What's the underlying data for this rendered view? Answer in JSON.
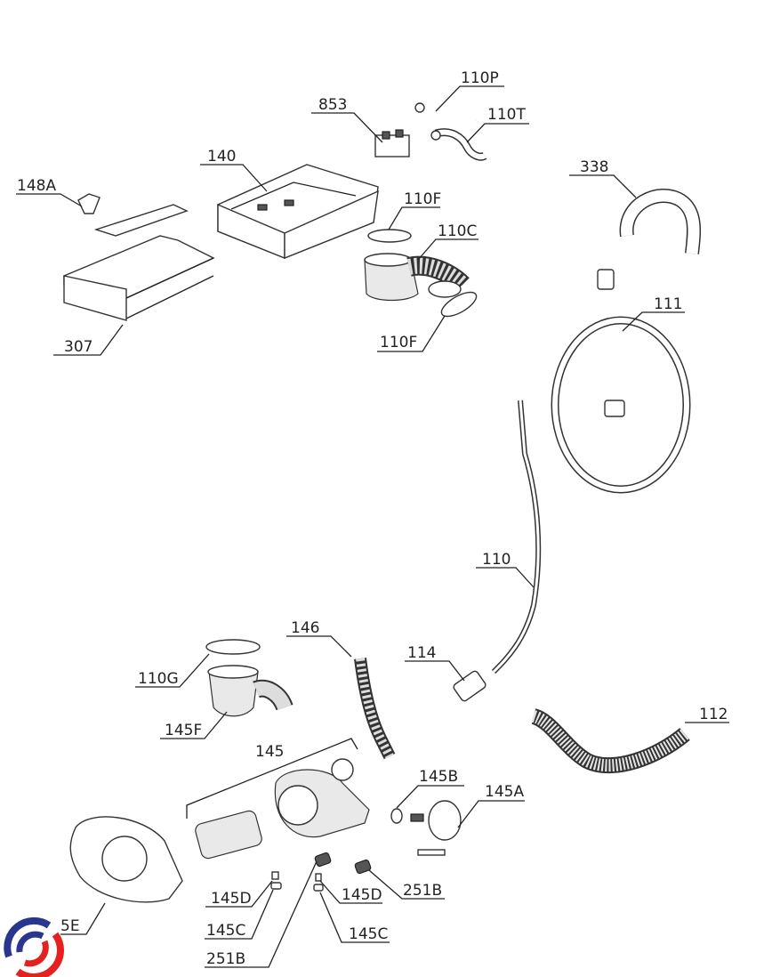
{
  "diagram": {
    "title": "Washing machine parts diagram",
    "labels": [
      {
        "id": "853",
        "text": "853"
      },
      {
        "id": "110P",
        "text": "110P"
      },
      {
        "id": "110T",
        "text": "110T"
      },
      {
        "id": "140",
        "text": "140"
      },
      {
        "id": "148A",
        "text": "148A"
      },
      {
        "id": "338",
        "text": "338"
      },
      {
        "id": "110F_top",
        "text": "110F"
      },
      {
        "id": "110C",
        "text": "110C"
      },
      {
        "id": "110F_bottom",
        "text": "110F"
      },
      {
        "id": "307",
        "text": "307"
      },
      {
        "id": "111",
        "text": "111"
      },
      {
        "id": "110",
        "text": "110"
      },
      {
        "id": "146",
        "text": "146"
      },
      {
        "id": "114",
        "text": "114"
      },
      {
        "id": "110G",
        "text": "110G"
      },
      {
        "id": "112",
        "text": "112"
      },
      {
        "id": "145F",
        "text": "145F"
      },
      {
        "id": "145",
        "text": "145"
      },
      {
        "id": "145B",
        "text": "145B"
      },
      {
        "id": "145A",
        "text": "145A"
      },
      {
        "id": "5E",
        "text": "5E"
      },
      {
        "id": "145D_left",
        "text": "145D"
      },
      {
        "id": "145C_left",
        "text": "145C"
      },
      {
        "id": "251B_left",
        "text": "251B"
      },
      {
        "id": "145D_right",
        "text": "145D"
      },
      {
        "id": "251B_right",
        "text": "251B"
      },
      {
        "id": "145C_right",
        "text": "145C"
      }
    ],
    "logo": {
      "name": "brand-logo",
      "colors": [
        "#2a3590",
        "#e32121"
      ]
    }
  }
}
